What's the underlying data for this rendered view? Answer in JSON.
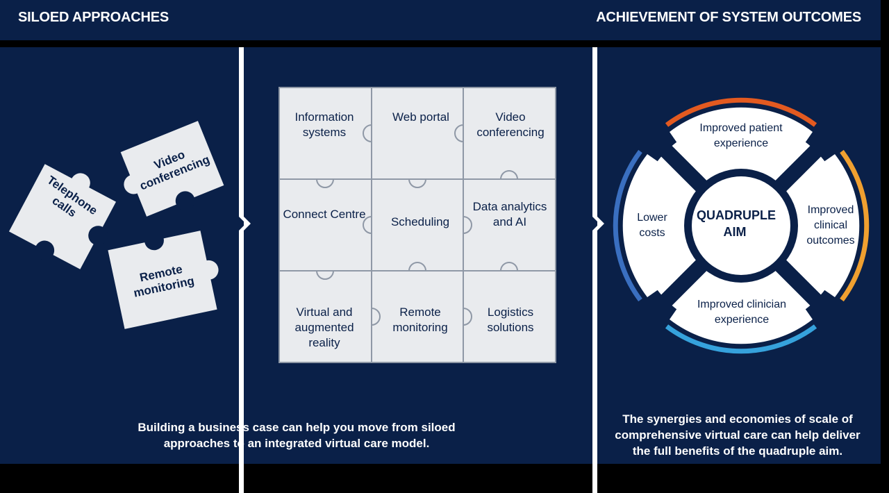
{
  "header": {
    "left_title": "SILOED APPROACHES",
    "right_title": "ACHIEVEMENT OF SYSTEM OUTCOMES"
  },
  "siloed_pieces": [
    {
      "label": "Telephone calls"
    },
    {
      "label": "Video conferencing"
    },
    {
      "label": "Remote monitoring"
    }
  ],
  "puzzle_grid": [
    [
      "Information systems",
      "Web portal",
      "Video conferencing"
    ],
    [
      "Connect Centre",
      "Scheduling",
      "Data analytics and AI"
    ],
    [
      "Virtual and augmented reality",
      "Remote monitoring",
      "Logistics solutions"
    ]
  ],
  "quadruple_aim": {
    "center": "QUADRUPLE AIM",
    "top": "Improved patient experience",
    "right": "Improved clinical outcomes",
    "bottom": "Improved clinician experience",
    "left": "Lower costs",
    "colors": {
      "top": "#e35a20",
      "right": "#f0a030",
      "bottom": "#36a2dc",
      "left": "#3a6fc0",
      "navy": "#0a2048"
    }
  },
  "captions": {
    "middle": "Building a business case can help you move from siloed approaches to an integrated virtual care model.",
    "right": "The synergies and economies of scale of comprehensive virtual care can help deliver the full benefits of the quadruple aim."
  }
}
